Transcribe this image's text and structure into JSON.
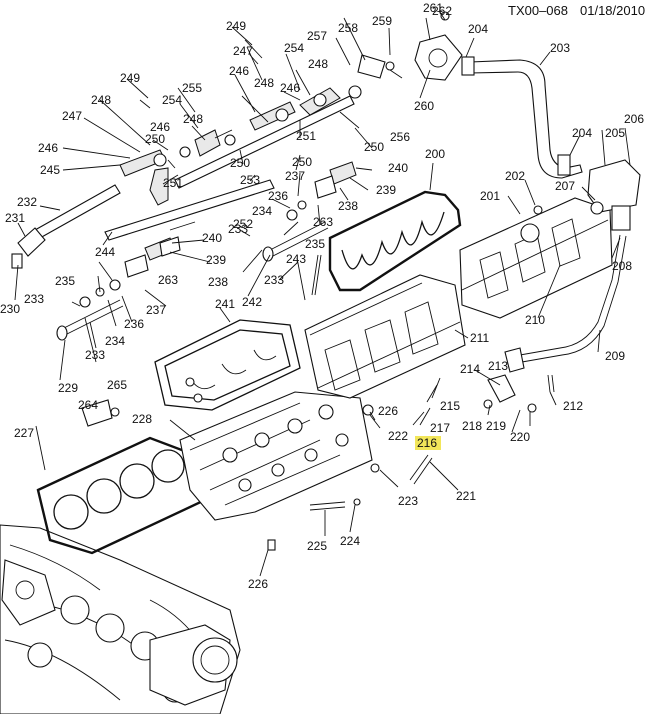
{
  "header": {
    "code": "TX00–068",
    "date": "01/18/2010"
  },
  "highlight_color": "#f2e65a",
  "callouts": [
    {
      "id": "c200",
      "text": "200"
    },
    {
      "id": "c201",
      "text": "201"
    },
    {
      "id": "c202",
      "text": "202"
    },
    {
      "id": "c203",
      "text": "203"
    },
    {
      "id": "c204a",
      "text": "204"
    },
    {
      "id": "c204b",
      "text": "204"
    },
    {
      "id": "c205",
      "text": "205"
    },
    {
      "id": "c206",
      "text": "206"
    },
    {
      "id": "c207",
      "text": "207"
    },
    {
      "id": "c208",
      "text": "208"
    },
    {
      "id": "c209",
      "text": "209"
    },
    {
      "id": "c210",
      "text": "210"
    },
    {
      "id": "c211",
      "text": "211"
    },
    {
      "id": "c212",
      "text": "212"
    },
    {
      "id": "c213",
      "text": "213"
    },
    {
      "id": "c214",
      "text": "214"
    },
    {
      "id": "c215",
      "text": "215"
    },
    {
      "id": "c216",
      "text": "216",
      "highlight": true
    },
    {
      "id": "c217",
      "text": "217"
    },
    {
      "id": "c218",
      "text": "218"
    },
    {
      "id": "c219",
      "text": "219"
    },
    {
      "id": "c220",
      "text": "220"
    },
    {
      "id": "c221",
      "text": "221"
    },
    {
      "id": "c222",
      "text": "222"
    },
    {
      "id": "c223",
      "text": "223"
    },
    {
      "id": "c224",
      "text": "224"
    },
    {
      "id": "c225",
      "text": "225"
    },
    {
      "id": "c226a",
      "text": "226"
    },
    {
      "id": "c226b",
      "text": "226"
    },
    {
      "id": "c227",
      "text": "227"
    },
    {
      "id": "c228",
      "text": "228"
    },
    {
      "id": "c229",
      "text": "229"
    },
    {
      "id": "c230",
      "text": "230"
    },
    {
      "id": "c231",
      "text": "231"
    },
    {
      "id": "c232",
      "text": "232"
    },
    {
      "id": "c233a",
      "text": "233"
    },
    {
      "id": "c233b",
      "text": "233"
    },
    {
      "id": "c233c",
      "text": "233"
    },
    {
      "id": "c233d",
      "text": "233"
    },
    {
      "id": "c234a",
      "text": "234"
    },
    {
      "id": "c234b",
      "text": "234"
    },
    {
      "id": "c235a",
      "text": "235"
    },
    {
      "id": "c235b",
      "text": "235"
    },
    {
      "id": "c236a",
      "text": "236"
    },
    {
      "id": "c236b",
      "text": "236"
    },
    {
      "id": "c237a",
      "text": "237"
    },
    {
      "id": "c237b",
      "text": "237"
    },
    {
      "id": "c238a",
      "text": "238"
    },
    {
      "id": "c238b",
      "text": "238"
    },
    {
      "id": "c239a",
      "text": "239"
    },
    {
      "id": "c239b",
      "text": "239"
    },
    {
      "id": "c240a",
      "text": "240"
    },
    {
      "id": "c240b",
      "text": "240"
    },
    {
      "id": "c241",
      "text": "241"
    },
    {
      "id": "c242",
      "text": "242"
    },
    {
      "id": "c243",
      "text": "243"
    },
    {
      "id": "c244",
      "text": "244"
    },
    {
      "id": "c245",
      "text": "245"
    },
    {
      "id": "c246a",
      "text": "246"
    },
    {
      "id": "c246b",
      "text": "246"
    },
    {
      "id": "c246c",
      "text": "246"
    },
    {
      "id": "c246d",
      "text": "246"
    },
    {
      "id": "c247a",
      "text": "247"
    },
    {
      "id": "c247b",
      "text": "247"
    },
    {
      "id": "c248a",
      "text": "248"
    },
    {
      "id": "c248b",
      "text": "248"
    },
    {
      "id": "c248c",
      "text": "248"
    },
    {
      "id": "c248d",
      "text": "248"
    },
    {
      "id": "c249a",
      "text": "249"
    },
    {
      "id": "c249b",
      "text": "249"
    },
    {
      "id": "c250a",
      "text": "250"
    },
    {
      "id": "c250b",
      "text": "250"
    },
    {
      "id": "c250c",
      "text": "250"
    },
    {
      "id": "c250d",
      "text": "250"
    },
    {
      "id": "c251a",
      "text": "251"
    },
    {
      "id": "c251b",
      "text": "251"
    },
    {
      "id": "c252",
      "text": "252"
    },
    {
      "id": "c253",
      "text": "253"
    },
    {
      "id": "c254a",
      "text": "254"
    },
    {
      "id": "c254b",
      "text": "254"
    },
    {
      "id": "c255",
      "text": "255"
    },
    {
      "id": "c256",
      "text": "256"
    },
    {
      "id": "c257",
      "text": "257"
    },
    {
      "id": "c258",
      "text": "258"
    },
    {
      "id": "c259",
      "text": "259"
    },
    {
      "id": "c260",
      "text": "260"
    },
    {
      "id": "c261",
      "text": "261"
    },
    {
      "id": "c262",
      "text": "262"
    },
    {
      "id": "c263a",
      "text": "263"
    },
    {
      "id": "c263b",
      "text": "263"
    },
    {
      "id": "c264",
      "text": "264"
    },
    {
      "id": "c265",
      "text": "265"
    }
  ]
}
